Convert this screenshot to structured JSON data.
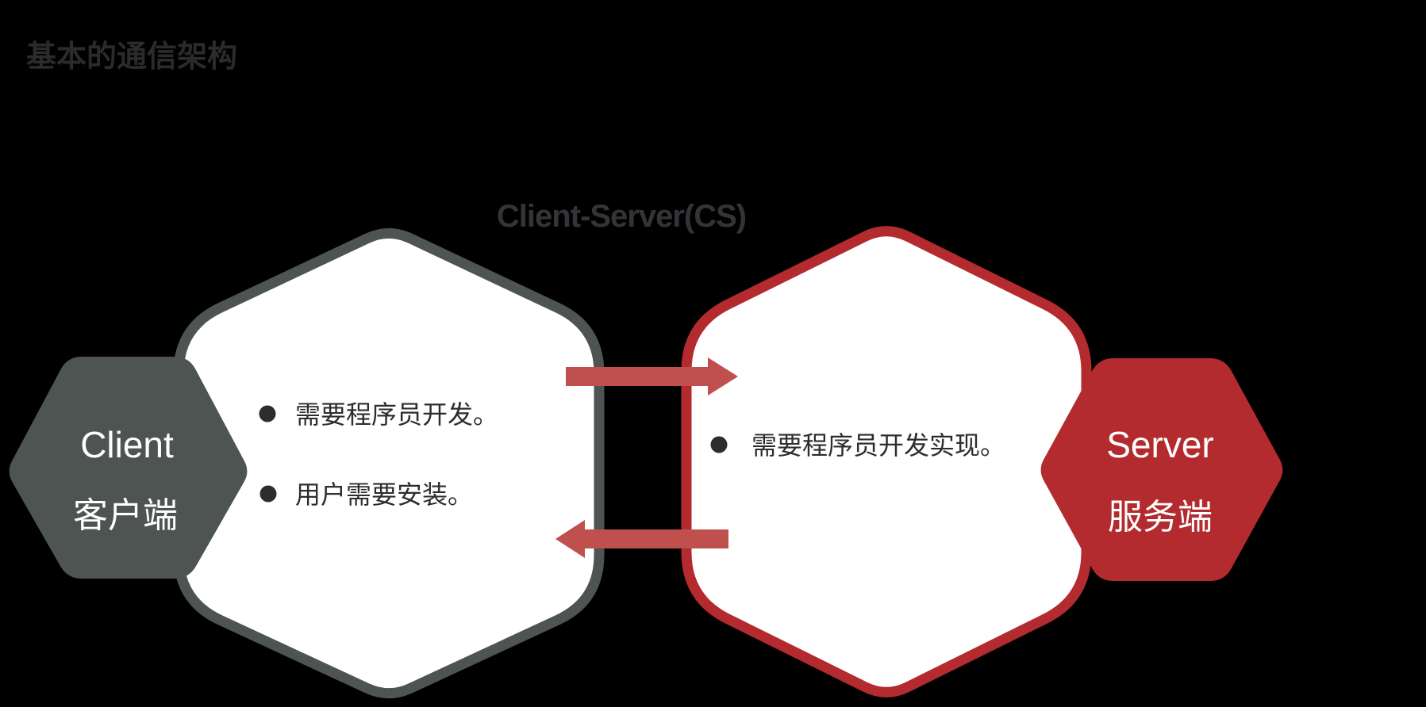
{
  "page": {
    "background_color": "#000000",
    "title": "基本的通信架构",
    "title_color": "#2b2b2b"
  },
  "diagram": {
    "title": "Client-Server(CS)",
    "title_color": "#333437",
    "bullet_color": "#2d2d2d",
    "client": {
      "node_label_en": "Client",
      "node_label_zh": "客户端",
      "node_color": "#4e5452",
      "node_text_color": "#ffffff",
      "box_fill": "#ffffff",
      "box_border_color": "#4e5452",
      "bullets": [
        "需要程序员开发。",
        "用户需要安装。"
      ]
    },
    "server": {
      "node_label_en": "Server",
      "node_label_zh": "服务端",
      "node_color": "#b32b2e",
      "node_text_color": "#ffffff",
      "box_fill": "#ffffff",
      "box_border_color": "#b32b2e",
      "bullets": [
        "需要程序员开发实现。"
      ]
    },
    "arrows": {
      "color": "#c0504d",
      "top_direction": "left-to-right",
      "bottom_direction": "right-to-left"
    }
  }
}
